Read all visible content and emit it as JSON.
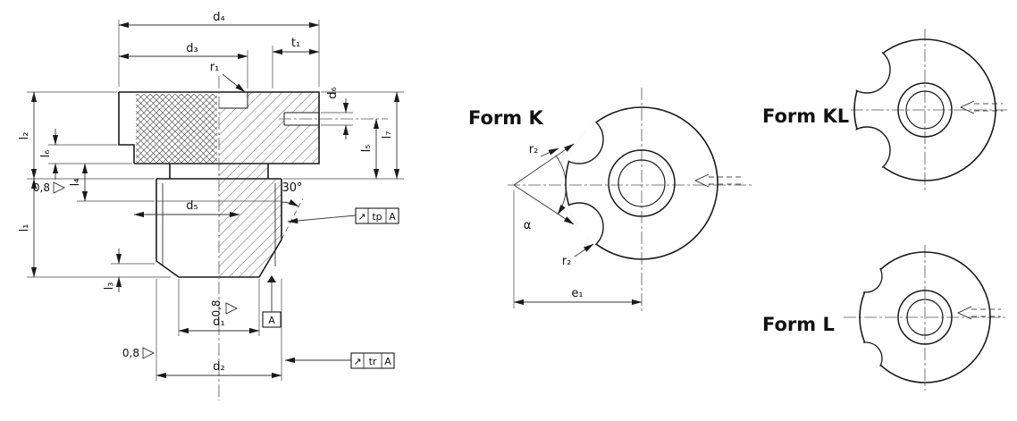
{
  "main_view": {
    "dims": {
      "d1": "d₁",
      "d2": "d₂",
      "d3": "d₃",
      "d4": "d₄",
      "d5": "d₅",
      "d6": "d₆",
      "l1": "l₁",
      "l2": "l₂",
      "l3": "l₃",
      "l4": "l₄",
      "l5": "l₅",
      "l6": "l₆",
      "l7": "l₇",
      "t1": "t₁",
      "r1": "r₁",
      "angle": "30°"
    },
    "surface_marks": {
      "head": "0,8",
      "end": "0,8",
      "shank": "0,8"
    },
    "datum_label": "A",
    "flags": {
      "tp": {
        "icon": "↗",
        "code": "tp",
        "datum": "A"
      },
      "tr": {
        "icon": "↗",
        "code": "tr",
        "datum": "A"
      }
    }
  },
  "form_views": {
    "k": {
      "title": "Form K",
      "r2_upper": "r₂",
      "r2_lower": "r₂",
      "alpha": "α",
      "e1": "e₁"
    },
    "kl": {
      "title": "Form KL"
    },
    "l": {
      "title": "Form L"
    }
  },
  "colors": {
    "line": "#1a1a1a",
    "background": "#ffffff"
  }
}
